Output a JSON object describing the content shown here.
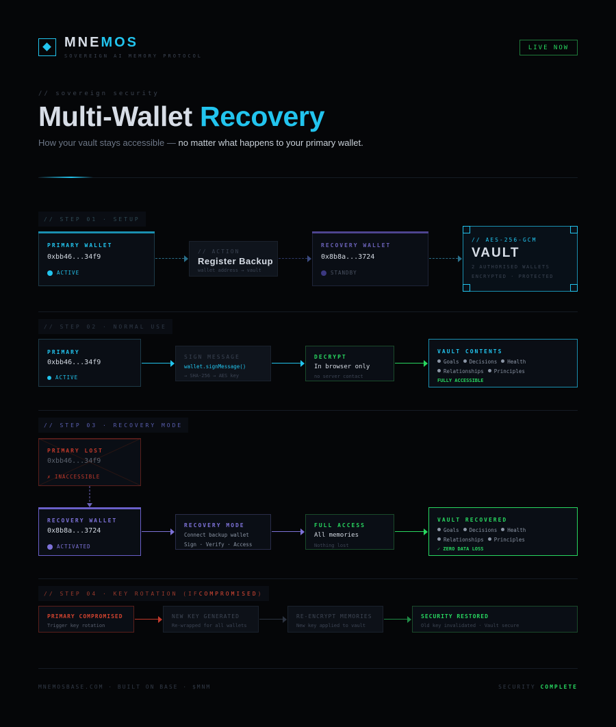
{
  "header": {
    "brand_a": "MNE",
    "brand_b": "MOS",
    "tagline": "SOVEREIGN AI MEMORY PROTOCOL",
    "badge": "LIVE NOW"
  },
  "hero": {
    "eyebrow": "// sovereign security",
    "title_a": "Multi-Wallet ",
    "title_b": "Recovery",
    "subtitle_a": "How your vault stays accessible — ",
    "subtitle_b": "no matter what happens to your primary wallet."
  },
  "step1": {
    "label": "// STEP 01 · SETUP",
    "primary": {
      "title": "PRIMARY WALLET",
      "address": "0xbb46...34f9",
      "status": "ACTIVE"
    },
    "action": {
      "eyebrow": "// ACTION",
      "title": "Register Backup",
      "sub": "wallet address → vault"
    },
    "recovery": {
      "title": "RECOVERY WALLET",
      "address": "0x8b8a...3724",
      "status": "STANDBY"
    },
    "vault": {
      "eyebrow": "// AES-256-GCM",
      "title": "VAULT",
      "line1": "2 AUTHORISED WALLETS",
      "line2": "ENCRYPTED · PROTECTED"
    }
  },
  "step2": {
    "label": "// STEP 02 · NORMAL USE",
    "primary": {
      "title": "PRIMARY",
      "address": "0xbb46...34f9",
      "status": "ACTIVE"
    },
    "sign": {
      "title": "SIGN MESSAGE",
      "code": "wallet.signMessage()",
      "sub": "→ SHA-256 → AES key"
    },
    "decrypt": {
      "title": "DECRYPT",
      "value": "In browser only",
      "sub": "no server contact"
    },
    "vault": {
      "title": "VAULT CONTENTS",
      "items_row1": [
        "Goals",
        "Decisions",
        "Health"
      ],
      "items_row2": [
        "Relationships",
        "Principles"
      ],
      "status": "FULLY ACCESSIBLE"
    }
  },
  "step3": {
    "label": "// STEP 03 · RECOVERY MODE",
    "lost": {
      "title": "PRIMARY LOST",
      "address": "0xbb46...34f9",
      "status": "✗ INACCESSIBLE"
    },
    "recovery": {
      "title": "RECOVERY WALLET",
      "address": "0x8b8a...3724",
      "status": "ACTIVATED"
    },
    "mode": {
      "title": "RECOVERY MODE",
      "line1": "Connect backup wallet",
      "line2": "Sign · Verify · Access"
    },
    "access": {
      "title": "FULL ACCESS",
      "value": "All memories",
      "sub": "Nothing lost"
    },
    "vault": {
      "title": "VAULT RECOVERED",
      "items_row1": [
        "Goals",
        "Decisions",
        "Health"
      ],
      "items_row2": [
        "Relationships",
        "Principles"
      ],
      "status": "✓ ZERO DATA LOSS"
    }
  },
  "step4": {
    "label_a": "// STEP 04 · KEY ROTATION (IF ",
    "label_b": "COMPROMISED",
    "label_c": ")",
    "compromised": {
      "title": "PRIMARY COMPROMISED",
      "sub": "Trigger key rotation"
    },
    "newkey": {
      "title": "NEW KEY GENERATED",
      "sub": "Re-wrapped for all wallets"
    },
    "reencrypt": {
      "title": "RE-ENCRYPT MEMORIES",
      "sub": "New key applied to vault"
    },
    "restored": {
      "title": "SECURITY RESTORED",
      "sub": "Old key invalidated · Vault secure"
    }
  },
  "footer": {
    "left": "MNEMOSBASE.COM · BUILT ON BASE · $MNM",
    "right_a": "SECURITY ",
    "right_b": "COMPLETE"
  },
  "colors": {
    "cyan": "#22c4ee",
    "green": "#28d760",
    "purple": "#7d6cd8",
    "red": "#c0392b",
    "background": "#050608"
  }
}
